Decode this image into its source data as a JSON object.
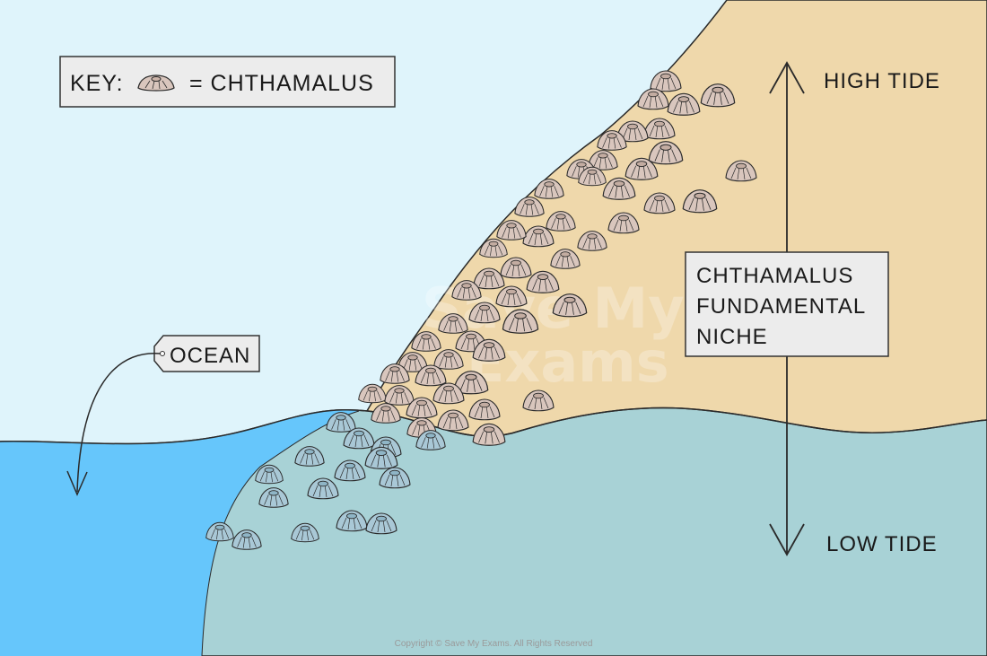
{
  "key": {
    "prefix": "KEY:",
    "equals": "= CHTHAMALUS",
    "icon": "barnacle-icon"
  },
  "labels": {
    "high_tide": "HIGH TIDE",
    "low_tide": "LOW TIDE",
    "ocean": "OCEAN",
    "niche_line1": "CHTHAMALUS",
    "niche_line2": "FUNDAMENTAL",
    "niche_line3": "NICHE"
  },
  "watermark": {
    "line1": "Save My",
    "line2": "Exams"
  },
  "copyright": "Copyright © Save My Exams. All Rights Reserved",
  "colors": {
    "sky": "#dff4fb",
    "rock": "#efd8ab",
    "sea_light": "#a8d2d6",
    "sea_deep": "#66c6fb",
    "barnacle_dry": "#d9c6bd",
    "barnacle_wet": "#a9c8d6",
    "outline": "#2a2a2a"
  }
}
